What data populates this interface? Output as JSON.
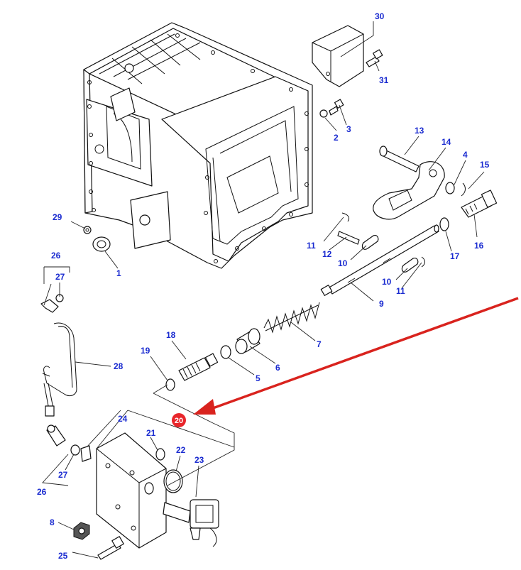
{
  "diagram": {
    "labels": [
      {
        "id": "l30",
        "text": "30"
      },
      {
        "id": "l31",
        "text": "31"
      },
      {
        "id": "l3",
        "text": "3"
      },
      {
        "id": "l2",
        "text": "2"
      },
      {
        "id": "l13",
        "text": "13"
      },
      {
        "id": "l14",
        "text": "14"
      },
      {
        "id": "l4",
        "text": "4"
      },
      {
        "id": "l15",
        "text": "15"
      },
      {
        "id": "l29",
        "text": "29"
      },
      {
        "id": "l1",
        "text": "1"
      },
      {
        "id": "l11a",
        "text": "11"
      },
      {
        "id": "l12",
        "text": "12"
      },
      {
        "id": "l10a",
        "text": "10"
      },
      {
        "id": "l17",
        "text": "17"
      },
      {
        "id": "l16",
        "text": "16"
      },
      {
        "id": "l26a",
        "text": "26"
      },
      {
        "id": "l27a",
        "text": "27"
      },
      {
        "id": "l10b",
        "text": "10"
      },
      {
        "id": "l11b",
        "text": "11"
      },
      {
        "id": "l9",
        "text": "9"
      },
      {
        "id": "l7",
        "text": "7"
      },
      {
        "id": "l18",
        "text": "18"
      },
      {
        "id": "l19",
        "text": "19"
      },
      {
        "id": "l28",
        "text": "28"
      },
      {
        "id": "l6",
        "text": "6"
      },
      {
        "id": "l5",
        "text": "5"
      },
      {
        "id": "l24",
        "text": "24"
      },
      {
        "id": "l21",
        "text": "21"
      },
      {
        "id": "l22",
        "text": "22"
      },
      {
        "id": "l23",
        "text": "23"
      },
      {
        "id": "l27b",
        "text": "27"
      },
      {
        "id": "l26b",
        "text": "26"
      },
      {
        "id": "l8",
        "text": "8"
      },
      {
        "id": "l25",
        "text": "25"
      }
    ],
    "highlight": {
      "text": "20",
      "color": "#e8262b"
    },
    "arrow_color": "#d9231e",
    "label_color": "#1a2bd0"
  }
}
